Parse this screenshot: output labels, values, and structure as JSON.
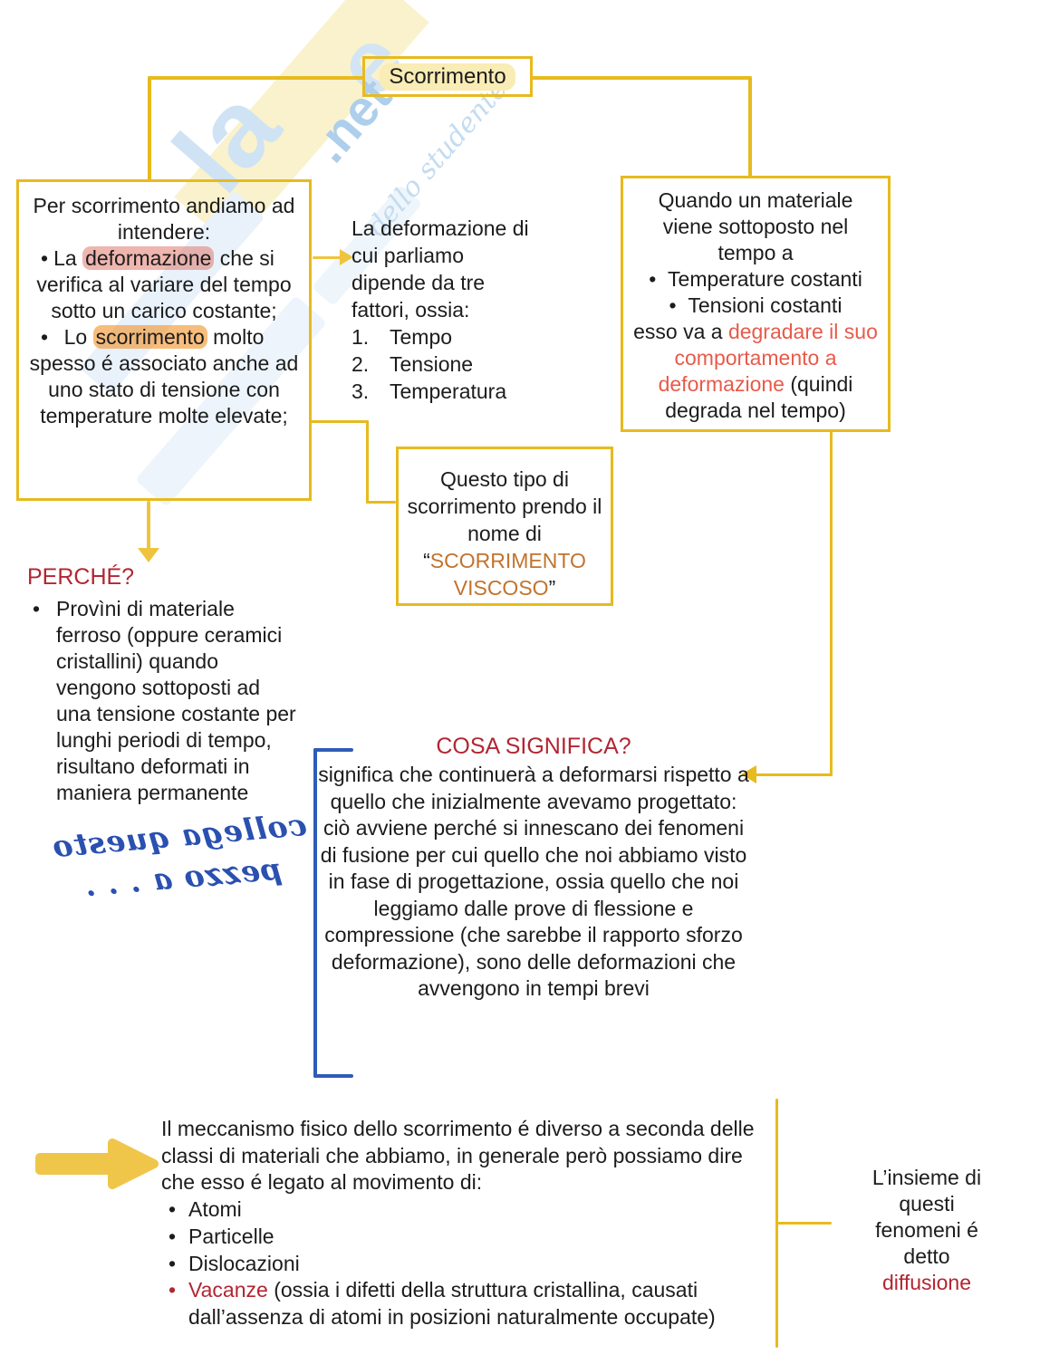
{
  "colors": {
    "line_yellow": "#e7ba1e",
    "arrow_yellow": "#eec43e",
    "crimson_heading": "#b22631",
    "red_orange_text": "#e85a4a",
    "orange_caps_text": "#c2732d",
    "bracket_blue": "#2f5cb8",
    "handwriting_blue": "#2a50b0",
    "highlight_title": "#f9ecb4",
    "highlight_salmon": "#e07a6e",
    "highlight_orange": "#f29936",
    "text_ink": "#1c1c1c"
  },
  "title": {
    "label": "Scorrimento"
  },
  "left_box": {
    "intro": "Per scorrimento andiamo ad intendere:",
    "bullet_glyph": "•",
    "bullet1_pre": "La ",
    "bullet1_hl": "deformazione",
    "bullet1_post": " che si verifica al variare del tempo sotto un carico costante;",
    "bullet2_pre": "Lo ",
    "bullet2_hl": "scorrimento",
    "bullet2_post": " molto spesso é associato anche ad uno stato di tensione con temperature molte elevate;"
  },
  "factors": {
    "lines": [
      "La deformazione di",
      "cui parliamo",
      "dipende da tre",
      "fattori, ossia:"
    ],
    "markers": [
      "1.",
      "2.",
      "3."
    ],
    "items": [
      "Tempo",
      "Tensione",
      "Temperatura"
    ]
  },
  "right_box": {
    "intro": "Quando un materiale viene sottoposto nel tempo a",
    "bullet_glyph": "•",
    "bullets": [
      "Temperature costanti",
      "Tensioni costanti"
    ],
    "tail_pre": "esso va a ",
    "tail_red": "degradare il suo comportamento a deformazione",
    "tail_post": " (quindi degrada nel tempo)"
  },
  "viscoso_box": {
    "pre": "Questo tipo di scorrimento prendo il nome di ",
    "quote_open": "“",
    "orange": "SCORRIMENTO VISCOSO",
    "quote_close": "”"
  },
  "perche": {
    "heading": "PERCHÉ?",
    "bullet_glyph": "•",
    "lines": [
      "Provìni di materiale",
      "ferroso (oppure ceramici",
      "cristallini) quando",
      "vengono sottoposti ad",
      "una tensione costante per",
      "lunghi periodi di tempo,",
      "risultano deformati in",
      "maniera permanente"
    ]
  },
  "handwriting": {
    "line1": "collega questo",
    "line2": "pezzo a . . ."
  },
  "cosa": {
    "heading": "COSA SIGNIFICA?",
    "body": "significa che continuerà a deformarsi rispetto a quello che inizialmente avevamo progettato: ciò avviene perché si innescano dei fenomeni di fusione per cui quello che noi abbiamo visto in fase di progettazione, ossia quello che noi leggiamo dalle prove di flessione e compressione (che sarebbe il rapporto sforzo deformazione), sono delle deformazioni che avvengono in tempi brevi"
  },
  "mechanism": {
    "intro": "Il meccanismo fisico dello scorrimento é diverso a seconda delle classi di materiali che abbiamo, in generale però possiamo dire che esso é legato al movimento di:",
    "bullet_glyph": "•",
    "bullets": [
      "Atomi",
      "Particelle",
      "Dislocazioni"
    ],
    "vacanze_label": "Vacanze",
    "vacanze_rest": " (ossia i difetti della struttura cristallina, causati dall’assenza di atomi in posizioni naturalmente occupate)"
  },
  "diffusione": {
    "lines": [
      "L’insieme di",
      "questi",
      "fenomeni é",
      "detto"
    ],
    "red": "diffusione"
  },
  "watermark": {
    "big1": "la",
    "big2": "e",
    "net": ".net",
    "script": "dello studente"
  }
}
